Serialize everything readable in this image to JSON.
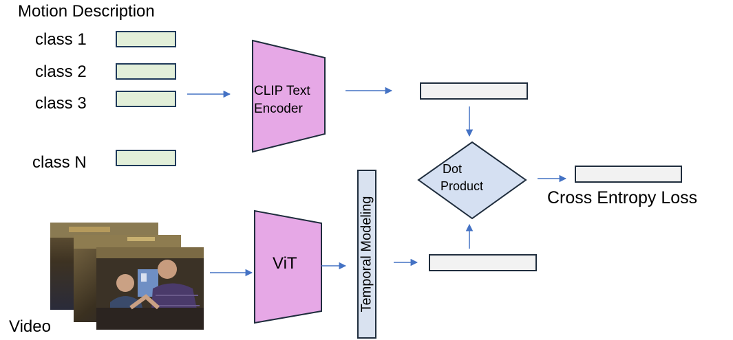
{
  "motion_description": {
    "title": "Motion Description"
  },
  "classes": [
    "class 1",
    "class 2",
    "class 3",
    "class N"
  ],
  "text_encoder": {
    "label_line1": "CLIP Text",
    "label_line2": "Encoder"
  },
  "vit": {
    "label": "ViT"
  },
  "temporal": {
    "label": "Temporal Modeling"
  },
  "dot_product": {
    "line1": "Dot",
    "line2": "Product"
  },
  "loss": {
    "label": "Cross Entropy Loss"
  },
  "video": {
    "label": "Video"
  },
  "colors": {
    "class_fill": "#e2efd9",
    "encoder_fill": "#e6a8e6",
    "dot_fill": "#d5e0f2",
    "vector_fill": "#f2f2f2",
    "arrow": "#4472c4",
    "temporal_fill": "#d9e2f0"
  }
}
